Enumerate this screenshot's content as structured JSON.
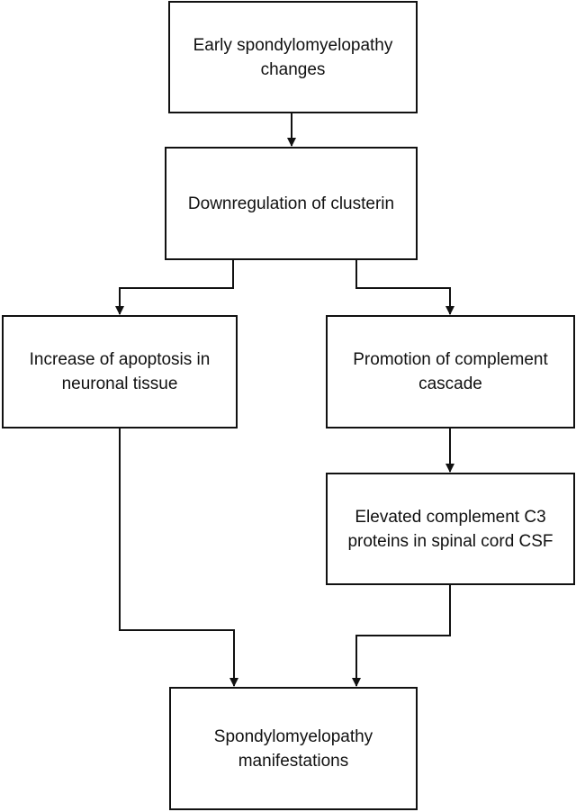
{
  "nodes": {
    "early_changes": "Early spondylomyelopathy changes",
    "downregulation": "Downregulation of clusterin",
    "apoptosis": "Increase of apoptosis in neuronal tissue",
    "complement_cascade": "Promotion of complement cascade",
    "c3_proteins": "Elevated complement C3 proteins in spinal cord CSF",
    "manifestations": "Spondylomyelopathy manifestations"
  },
  "colors": {
    "stroke": "#111111",
    "background": "#ffffff"
  }
}
